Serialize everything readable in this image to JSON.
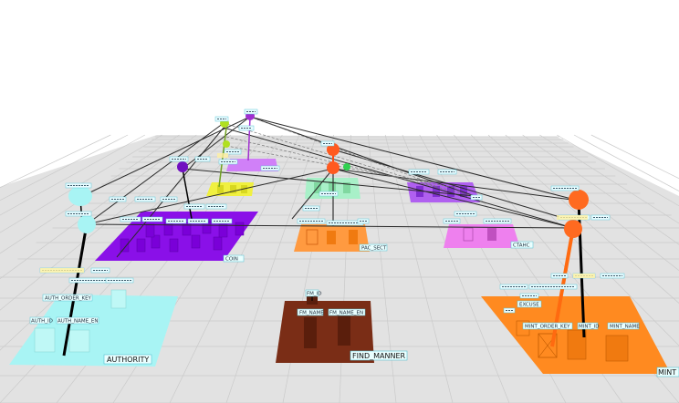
{
  "scene": {
    "ground_color": "#e2e2e2",
    "grid_color": "#c9c9c9",
    "sky_color": "#ffffff"
  },
  "tables": {
    "authority": {
      "name": "AUTHORITY",
      "color": "#a8f4f4"
    },
    "find_manner": {
      "name": "FIND_MANNER",
      "color": "#7a2d16"
    },
    "mint": {
      "name": "MINT",
      "color": "#ff8a20"
    },
    "coin": {
      "name": "COIN",
      "color": "#8a10e8"
    },
    "pac_sect": {
      "name": "PAC_SECT",
      "color": "#ff9a40"
    },
    "ctahc": {
      "name": "CTAHC",
      "color": "#ee80ee"
    },
    "purple_small": {
      "name": "",
      "color": "#b060f0"
    },
    "green_small": {
      "name": "",
      "color": "#a8f0c8"
    },
    "yellow_small": {
      "name": "",
      "color": "#f0f040"
    },
    "violet_far": {
      "name": "",
      "color": "#d080f8"
    }
  },
  "columns": {
    "authority": [
      "AUTH_ORDER_KEY",
      "AUTH_ID",
      "AUTH_NAME_EN"
    ],
    "find_manner": [
      "FM_ID",
      "FM_NAME",
      "FM_NAME_EN"
    ],
    "mint": [
      "MINT_ORDER_KEY",
      "MINT_ID",
      "MINT_NAME",
      "EXCUSE"
    ]
  }
}
